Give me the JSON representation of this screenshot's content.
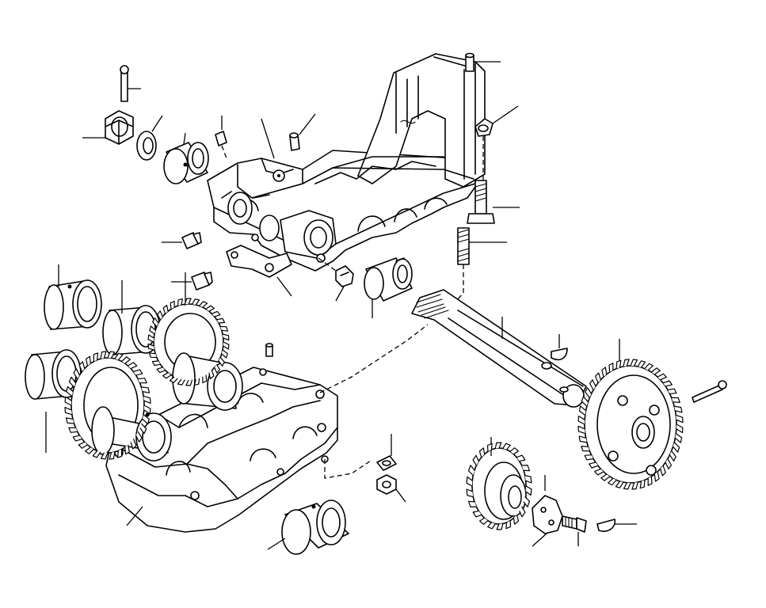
{
  "diagram": {
    "parts": [
      {
        "id": "pin-top-left",
        "icon": "split-pin-icon"
      },
      {
        "id": "castle-nut",
        "icon": "castle-nut-icon"
      },
      {
        "id": "washer-left",
        "icon": "washer-icon"
      },
      {
        "id": "bushing-upper",
        "icon": "bushing-icon"
      },
      {
        "id": "dowel-a",
        "icon": "dowel-pin-icon"
      },
      {
        "id": "dowel-b",
        "icon": "dowel-pin-icon"
      },
      {
        "id": "upper-housing",
        "icon": "gear-housing-icon"
      },
      {
        "id": "dowel-top-right",
        "icon": "dowel-pin-icon"
      },
      {
        "id": "lock-plate",
        "icon": "lock-plate-icon"
      },
      {
        "id": "bolt-long",
        "icon": "bolt-icon"
      },
      {
        "id": "stud",
        "icon": "stud-icon"
      },
      {
        "id": "plug-a",
        "icon": "plug-icon"
      },
      {
        "id": "plug-b",
        "icon": "plug-icon"
      },
      {
        "id": "gasket",
        "icon": "gasket-icon"
      },
      {
        "id": "nipple",
        "icon": "nipple-icon"
      },
      {
        "id": "bushing-shaft",
        "icon": "bushing-icon"
      },
      {
        "id": "splined-shaft",
        "icon": "shaft-icon"
      },
      {
        "id": "woodruff-key",
        "icon": "key-icon"
      },
      {
        "id": "large-gear",
        "icon": "helical-gear-icon"
      },
      {
        "id": "pin-right",
        "icon": "pin-icon"
      },
      {
        "id": "bushing-left-a",
        "icon": "bushing-icon"
      },
      {
        "id": "bushing-left-b",
        "icon": "bushing-icon"
      },
      {
        "id": "bushing-left-c",
        "icon": "bushing-icon"
      },
      {
        "id": "gear-shaft-a",
        "icon": "helical-gear-icon"
      },
      {
        "id": "gear-shaft-b",
        "icon": "helical-gear-icon"
      },
      {
        "id": "dowel-lower",
        "icon": "dowel-pin-icon"
      },
      {
        "id": "lower-housing",
        "icon": "gear-housing-icon"
      },
      {
        "id": "bushing-lower",
        "icon": "bushing-icon"
      },
      {
        "id": "lock-washer",
        "icon": "lock-washer-icon"
      },
      {
        "id": "hex-nut",
        "icon": "hex-nut-icon"
      },
      {
        "id": "small-gear",
        "icon": "helical-gear-icon"
      },
      {
        "id": "retainer-plate",
        "icon": "plate-icon"
      },
      {
        "id": "cap-screw",
        "icon": "cap-screw-icon"
      },
      {
        "id": "key-small",
        "icon": "key-icon"
      }
    ]
  }
}
